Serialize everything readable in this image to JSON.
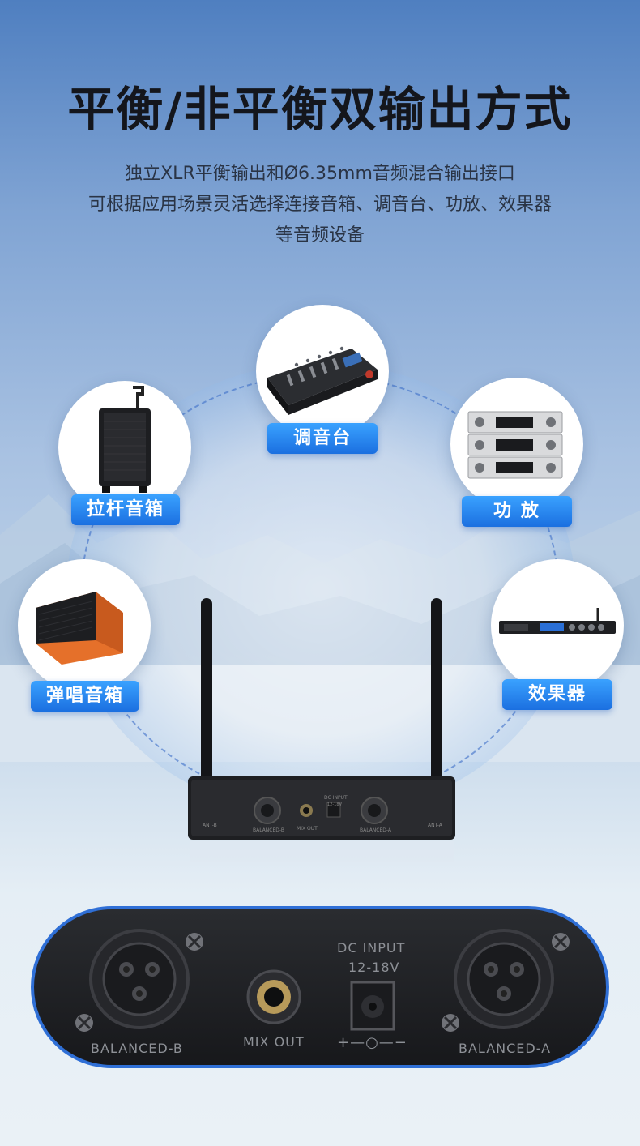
{
  "headline": "平衡/非平衡双输出方式",
  "description": [
    "独立XLR平衡输出和Ø6.35mm音频混合输出接口",
    "可根据应用场景灵活选择连接音箱、调音台、功放、效果器",
    "等音频设备"
  ],
  "devices": [
    {
      "label": "调音台",
      "icon": "mixer-icon"
    },
    {
      "label": "拉杆音箱",
      "icon": "trolley-speaker-icon"
    },
    {
      "label": "功 放",
      "icon": "amplifier-icon"
    },
    {
      "label": "弹唱音箱",
      "icon": "monitor-speaker-icon"
    },
    {
      "label": "效果器",
      "icon": "effects-processor-icon"
    }
  ],
  "receiver": {
    "ant_b": "ANT-B",
    "ant_a": "ANT-A",
    "balanced_b": "BALANCED-B",
    "mix_out": "MIX OUT",
    "dc_input": "DC INPUT",
    "dc_voltage": "12-18V",
    "balanced_a": "BALANCED-A"
  },
  "panel": {
    "balanced_b": "BALANCED-B",
    "mix_out": "MIX OUT",
    "dc_input": "DC INPUT",
    "dc_voltage": "12-18V",
    "polarity": "+—○—−",
    "balanced_a": "BALANCED-A"
  },
  "colors": {
    "accent": "#1b6fe0",
    "title": "#14161c",
    "panel_border": "#2f6fd6"
  }
}
